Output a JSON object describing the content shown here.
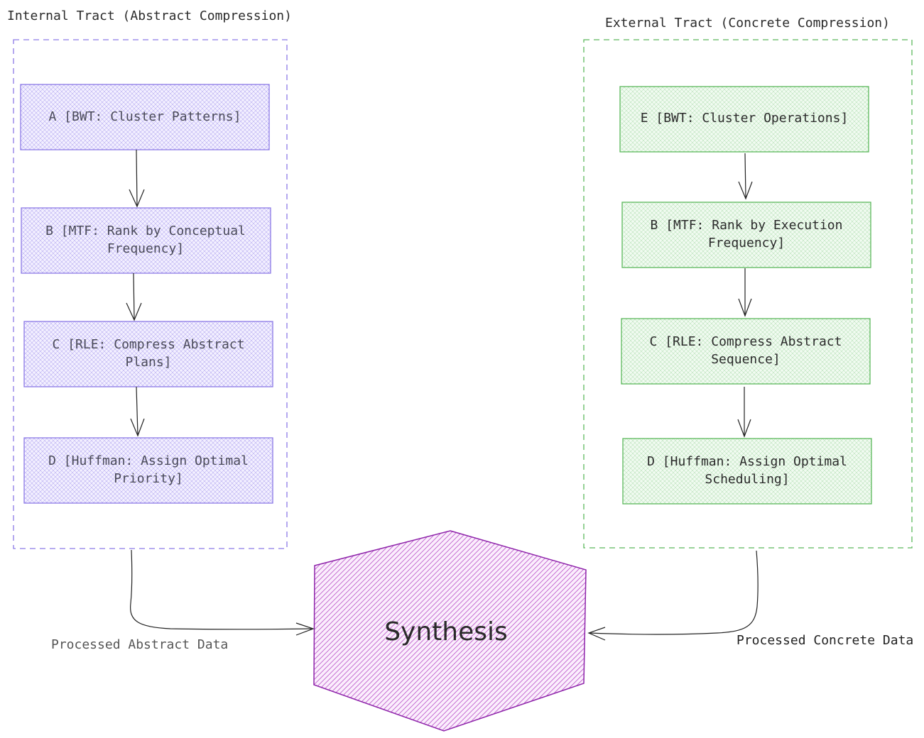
{
  "colors": {
    "internal_stroke": "#8c7ae6",
    "internal_fill": "#8c7ae6",
    "external_stroke": "#5cb85c",
    "external_fill": "#5cb85c",
    "synthesis_stroke": "#8e24aa",
    "synthesis_fill": "#b03cc0",
    "arrow": "#222222",
    "internal_text": "#4a4a5a",
    "external_text": "#2b2b2b",
    "flow_label_left": "#555555",
    "flow_label_right": "#222222"
  },
  "internal_tract": {
    "title": "Internal Tract (Abstract Compression)",
    "steps": [
      {
        "line1": "A [BWT: Cluster Patterns]",
        "line2": ""
      },
      {
        "line1": "B [MTF: Rank by Conceptual",
        "line2": "Frequency]"
      },
      {
        "line1": "C [RLE: Compress Abstract",
        "line2": "Plans]"
      },
      {
        "line1": "D [Huffman: Assign Optimal",
        "line2": "Priority]"
      }
    ],
    "output_label": "Processed Abstract Data"
  },
  "external_tract": {
    "title": "External Tract (Concrete Compression)",
    "steps": [
      {
        "line1": "E [BWT: Cluster Operations]",
        "line2": ""
      },
      {
        "line1": "B [MTF: Rank by Execution",
        "line2": "Frequency]"
      },
      {
        "line1": "C [RLE: Compress Abstract",
        "line2": "Sequence]"
      },
      {
        "line1": "D [Huffman: Assign Optimal",
        "line2": "Scheduling]"
      }
    ],
    "output_label": "Processed Concrete Data"
  },
  "synthesis": {
    "label": "Synthesis"
  }
}
